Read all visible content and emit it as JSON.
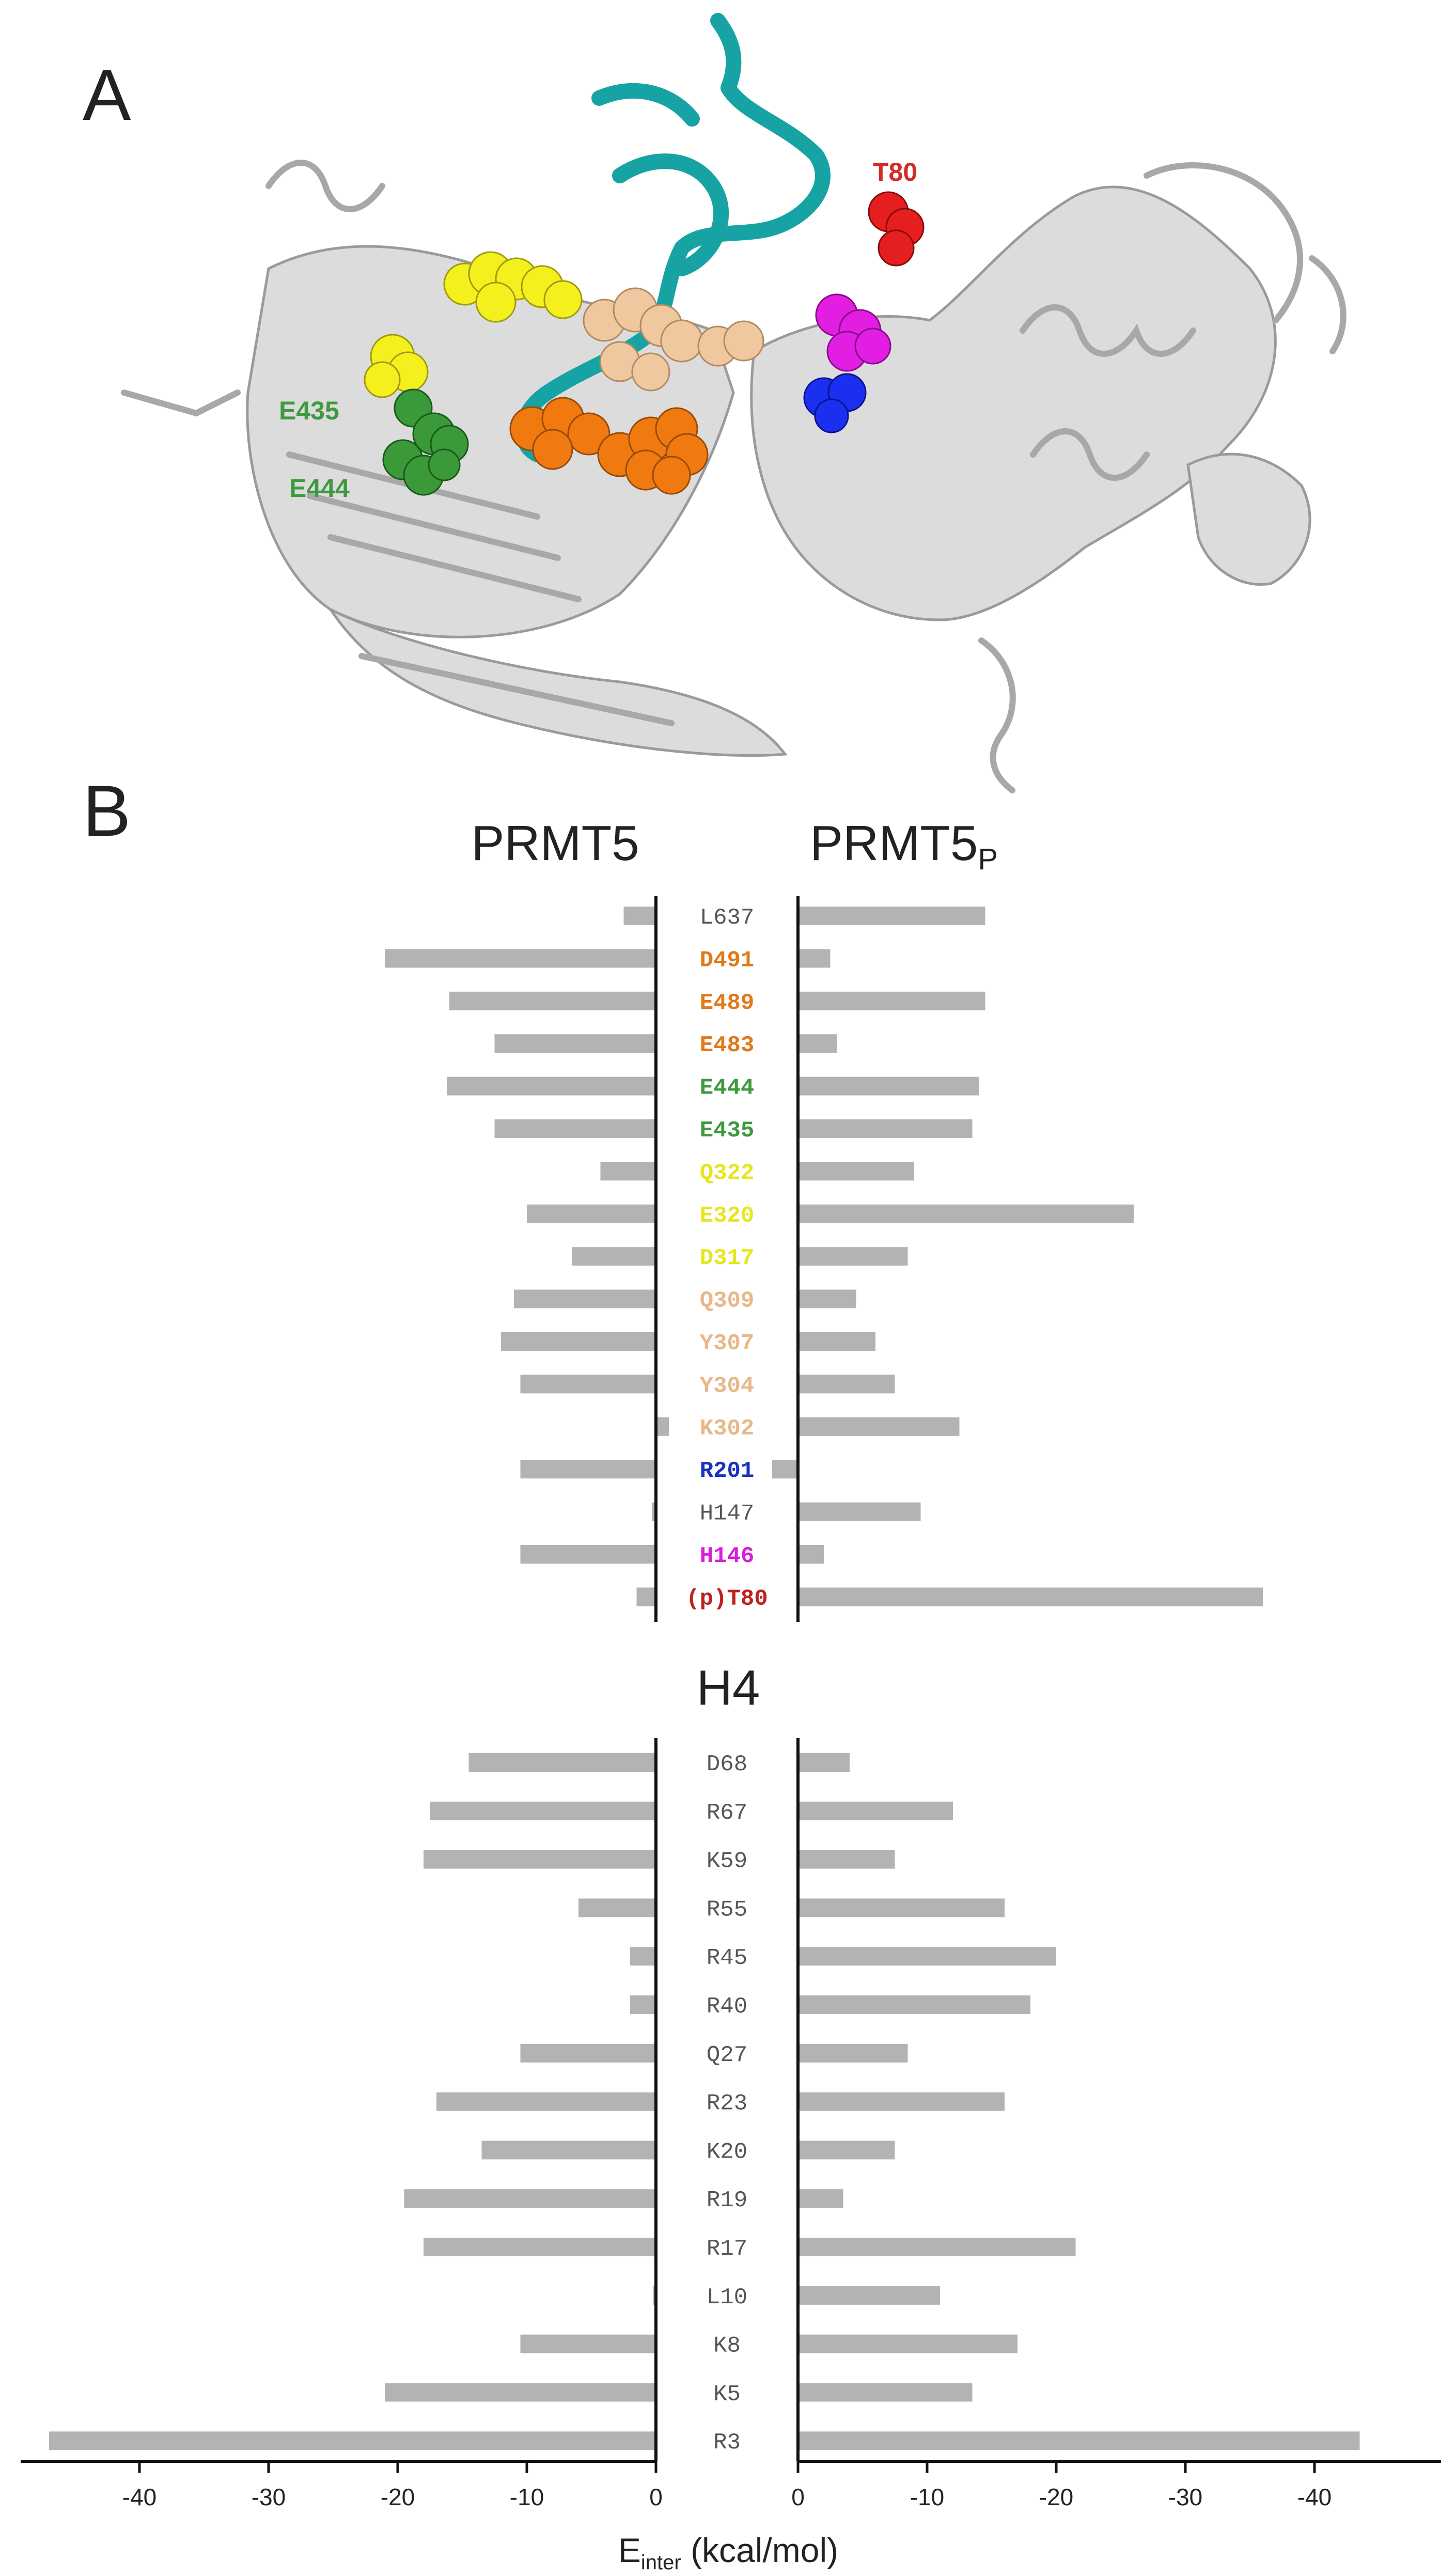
{
  "panels": {
    "a": "A",
    "b": "B"
  },
  "structure": {
    "labels": [
      {
        "text": "T80",
        "color": "#d42a2a"
      },
      {
        "text": "E435",
        "color": "#3f9a3f"
      },
      {
        "text": "E444",
        "color": "#3f9a3f"
      }
    ],
    "colors": {
      "protein": "#d8d8d8",
      "h4_peptide": "#17a3a3",
      "red": "#e51f1f",
      "magenta": "#e21ee2",
      "blue": "#1b2ff0",
      "yellow": "#f4f01e",
      "green": "#3a9a3a",
      "orange": "#f07a10",
      "wheat": "#f0c8a0"
    }
  },
  "chart_data": [
    {
      "type": "bar",
      "orientation": "horizontal-mirrored",
      "left_title": "PRMT5",
      "right_title_main": "PRMT5",
      "right_title_sub": "P",
      "categories": [
        "L637",
        "D491",
        "E489",
        "E483",
        "E444",
        "E435",
        "Q322",
        "E320",
        "D317",
        "Q309",
        "Y307",
        "Y304",
        "K302",
        "R201",
        "H147",
        "H146",
        "(p)T80"
      ],
      "category_colors": [
        "#555555",
        "#e07a1a",
        "#e07a1a",
        "#e07a1a",
        "#3e9a3e",
        "#3e9a3e",
        "#e6e61e",
        "#e6e61e",
        "#e6e61e",
        "#e8b88a",
        "#e8b88a",
        "#e8b88a",
        "#e8b88a",
        "#1b2fc0",
        "#555555",
        "#d81ed8",
        "#c02020"
      ],
      "series": [
        {
          "name": "PRMT5",
          "values": [
            -2.5,
            -21,
            -16,
            -12.5,
            -16.2,
            -12.5,
            -4.3,
            -10,
            -6.5,
            -11,
            -12,
            -10.5,
            1,
            -10.5,
            -0.3,
            -10.5,
            -1.5
          ]
        },
        {
          "name": "PRMT5_P",
          "values": [
            -14.5,
            -2.5,
            -14.5,
            -3,
            -14,
            -13.5,
            -9,
            -26,
            -8.5,
            -4.5,
            -6,
            -7.5,
            -12.5,
            2,
            -9.5,
            -2,
            -36
          ]
        }
      ],
      "bar_color": "#b3b3b3"
    },
    {
      "type": "bar",
      "orientation": "horizontal-mirrored",
      "title": "H4",
      "categories": [
        "D68",
        "R67",
        "K59",
        "R55",
        "R45",
        "R40",
        "Q27",
        "R23",
        "K20",
        "R19",
        "R17",
        "L10",
        "K8",
        "K5",
        "R3"
      ],
      "category_colors": [
        "#555555",
        "#555555",
        "#555555",
        "#555555",
        "#555555",
        "#555555",
        "#555555",
        "#555555",
        "#555555",
        "#555555",
        "#555555",
        "#555555",
        "#555555",
        "#555555",
        "#555555"
      ],
      "series": [
        {
          "name": "PRMT5",
          "values": [
            -14.5,
            -17.5,
            -18,
            -6,
            -2,
            -2,
            -10.5,
            -17,
            -13.5,
            -19.5,
            -18,
            -0.2,
            -10.5,
            -21,
            -47
          ]
        },
        {
          "name": "PRMT5_P",
          "values": [
            -4,
            -12,
            -7.5,
            -16,
            -20,
            -18,
            -8.5,
            -16,
            -7.5,
            -3.5,
            -21.5,
            -11,
            -17,
            -13.5,
            -43.5
          ]
        }
      ],
      "bar_color": "#b3b3b3",
      "left_ticks": [
        -40,
        -30,
        -20,
        -10,
        0
      ],
      "right_tick_labels": [
        "0",
        "-10",
        "-20",
        "-30",
        "-40"
      ],
      "xlabel_main": "E",
      "xlabel_sub": "inter",
      "xlabel_unit": " (kcal/mol)"
    }
  ]
}
